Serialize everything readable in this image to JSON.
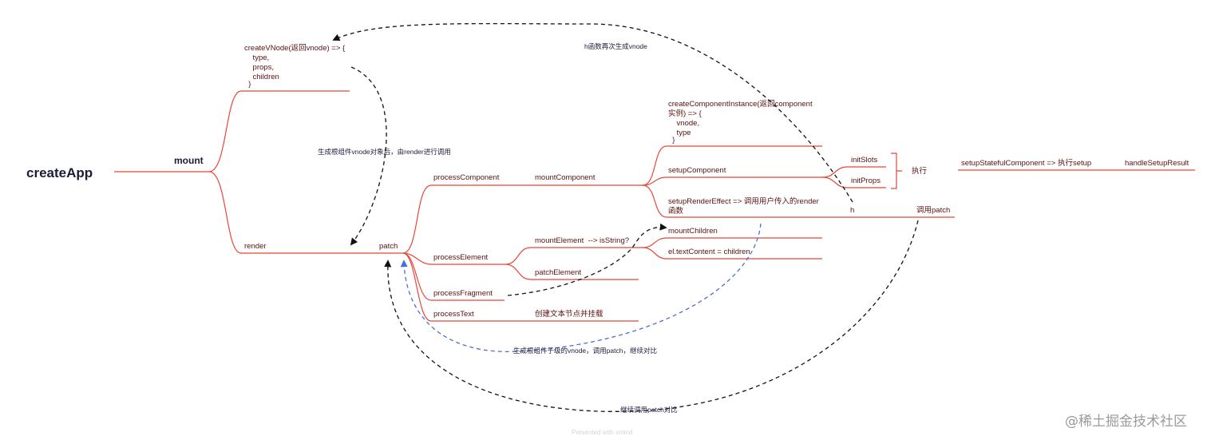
{
  "root": "createApp",
  "mount": "mount",
  "create_vnode": {
    "lines": [
      "createVNode(返回vnode)  =>  {",
      "    type,",
      "    props,",
      "    children",
      "  }"
    ]
  },
  "render": "render",
  "patch": "patch",
  "process_component": "processComponent",
  "mount_component": "mountComponent",
  "create_instance": {
    "lines": [
      "createComponentInstance(返回component",
      "实例)  =>  {",
      "    vnode,",
      "    type",
      "  }"
    ]
  },
  "setup_component": "setupComponent",
  "init_slots": "initSlots",
  "init_props": "initProps",
  "execute": "执行",
  "setup_stateful": "setupStatefulComponent => 执行setup",
  "handle_setup_result": "handleSetupResult",
  "setup_render_effect": {
    "lines": [
      "setupRenderEffect  =>  调用用户传入的render",
      "函数"
    ]
  },
  "h": "h",
  "call_patch": "调用patch",
  "process_element": "processElement",
  "mount_element": "mountElement  --> isString?",
  "mount_children": "mountChildren",
  "text_content": "el.textContent = children",
  "patch_element": "patchElement",
  "process_fragment": "processFragment",
  "process_text": "processText",
  "create_text_node": "创建文本节点并挂载",
  "notes": {
    "h_again": "h函数再次生成vnode",
    "after_root_vnode": "生成根组件vnode对象后，由render进行调用",
    "child_vnode": "生成根组件子级的vnode，调用patch，继续对比",
    "continue_patch": "继续调用patch对比"
  },
  "footer": "Presented with xmind",
  "watermark": "@稀土掘金技术社区",
  "colors": {
    "branch": "#e8463a",
    "dashed_arrow": "#111111",
    "blue_dashed_arrow": "#4a6fd6",
    "node_text": "#5a1010",
    "root_text": "#1c1c3a"
  }
}
